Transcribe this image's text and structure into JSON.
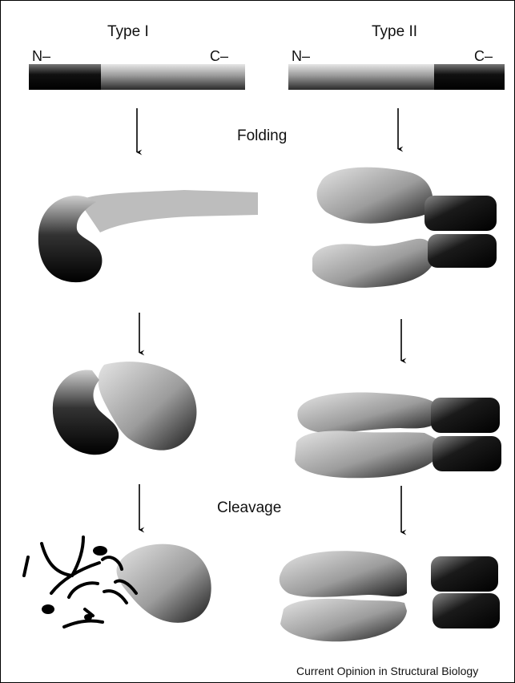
{
  "columns": {
    "type1": {
      "title": "Type I",
      "n_term": "N–",
      "c_term": "C–"
    },
    "type2": {
      "title": "Type II",
      "n_term": "N–",
      "c_term": "C–"
    }
  },
  "steps": {
    "folding": "Folding",
    "cleavage": "Cleavage"
  },
  "credit": "Current Opinion in Structural Biology",
  "colors": {
    "dark": "#0d0d0d",
    "mid": "#7a7a7a",
    "light": "#c8c8c8",
    "outline": "#000000"
  }
}
